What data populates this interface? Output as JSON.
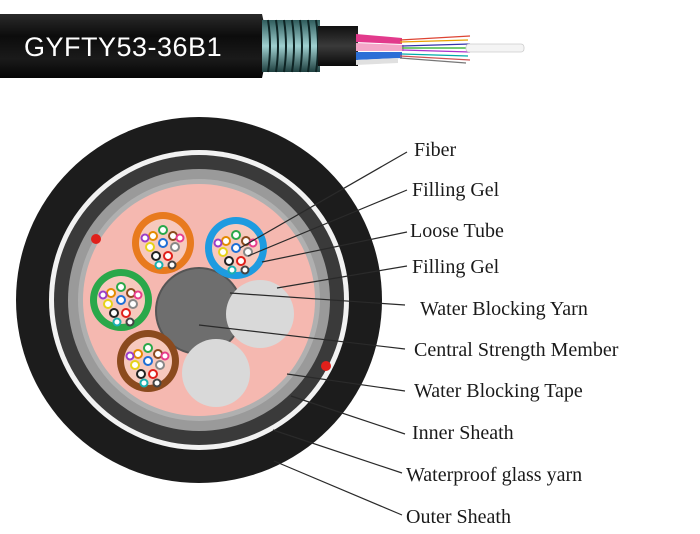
{
  "product": {
    "model": "GYFTY53-36B1"
  },
  "callouts": [
    {
      "id": "fiber",
      "label": "Fiber"
    },
    {
      "id": "filling-gel-1",
      "label": "Filling Gel"
    },
    {
      "id": "loose-tube",
      "label": "Loose Tube"
    },
    {
      "id": "filling-gel-2",
      "label": "Filling Gel"
    },
    {
      "id": "water-blocking-yarn",
      "label": "Water Blocking Yarn"
    },
    {
      "id": "central-strength-member",
      "label": "Central Strength Member"
    },
    {
      "id": "water-blocking-tape",
      "label": "Water Blocking Tape"
    },
    {
      "id": "inner-sheath",
      "label": "Inner Sheath"
    },
    {
      "id": "waterproof-glass-yarn",
      "label": "Waterproof glass yarn"
    },
    {
      "id": "outer-sheath",
      "label": "Outer Sheath"
    }
  ],
  "colors": {
    "outer_sheath": "#1c1c1c",
    "glass_yarn_ring": "#f2f2f2",
    "inner_sheath": "#3a3a3a",
    "water_blocking_tape": "#9a9a9a",
    "filling_gel": "#f5b8b0",
    "central_member": "#6e6e6e",
    "filler_rod": "#d9d9d9",
    "tube_orange": "#e87a1e",
    "tube_blue": "#1e9be0",
    "tube_green": "#2aa84a",
    "tube_brown": "#8b4a1e",
    "red_marker": "#e0201b"
  }
}
